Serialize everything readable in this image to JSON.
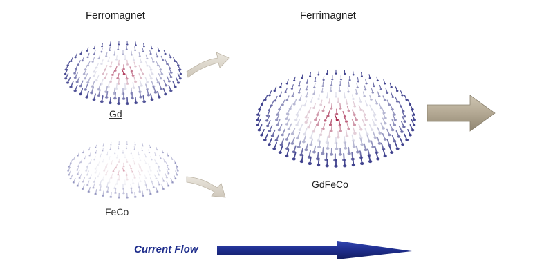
{
  "labels": {
    "ferromagnet": "Ferromagnet",
    "ferrimagnet": "Ferrimagnet",
    "gd": "Gd",
    "feco": "FeCo",
    "gdfeco": "GdFeCo",
    "current_flow": "Current Flow"
  },
  "colors": {
    "spin_blue": "#3d3f8c",
    "spin_red": "#a8264a",
    "spin_light": "#c9c9d6",
    "arrow_tan": "#b3a893",
    "arrow_light": "#dcd6cc",
    "current_arrow": "#1e2d8c"
  }
}
